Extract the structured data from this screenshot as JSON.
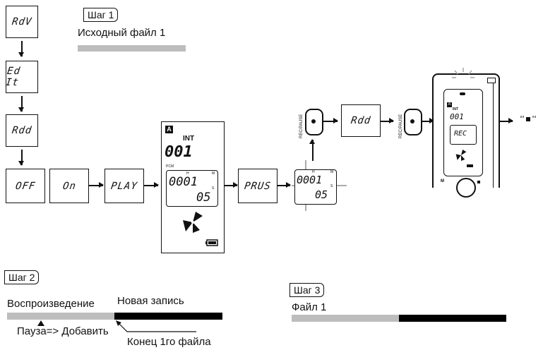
{
  "menu": {
    "adv": "RdV",
    "edit": "Ed It",
    "add": "Rdd",
    "off": "OFF",
    "on": "On",
    "play": "PLAY",
    "paus": "PRUS",
    "add2": "Rdd"
  },
  "step1": {
    "label": "Шаг 1",
    "caption": "Исходный файл 1"
  },
  "step2": {
    "label": "Шаг 2",
    "playback": "Воспроизведение",
    "new_record": "Новая запись",
    "pause_add": "Пауза=> Добавить",
    "end_file": "Конец 1го файла"
  },
  "step3": {
    "label": "Шаг 3",
    "caption": "Файл 1"
  },
  "display": {
    "a_badge": "A",
    "int": "INT",
    "folder": "001",
    "pcm": "PCM",
    "h": "H",
    "m": "M",
    "s": "S",
    "counter": "0001",
    "seconds": "05",
    "rec": "REC"
  },
  "button": {
    "label": "REC/PAUSE"
  },
  "device": {
    "m_label": "M"
  },
  "colors": {
    "gray_bar": "#bdbdbd",
    "black_bar": "#000000",
    "blink": "#aaaaaa"
  }
}
